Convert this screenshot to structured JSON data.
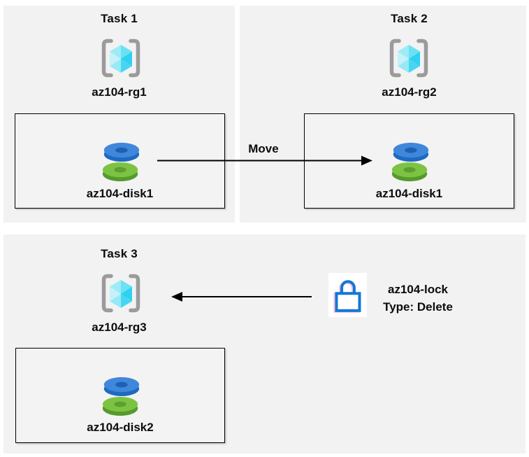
{
  "diagram": {
    "tasks": [
      {
        "title": "Task 1",
        "resource_group": "az104-rg1",
        "disk": "az104-disk1"
      },
      {
        "title": "Task 2",
        "resource_group": "az104-rg2",
        "disk": "az104-disk1"
      },
      {
        "title": "Task 3",
        "resource_group": "az104-rg3",
        "disk": "az104-disk2"
      }
    ],
    "move_arrow": {
      "label": "Move"
    },
    "lock": {
      "name": "az104-lock",
      "type": "Type: Delete"
    },
    "icons": {
      "resource_group": "azure-resource-group-icon",
      "disk": "azure-managed-disk-icon",
      "lock": "azure-lock-icon"
    },
    "colors": {
      "panel_bg": "#f2f2f2",
      "box_bg": "#f3f3f3",
      "box_border": "#000000",
      "arrow": "#000000",
      "bracket_gray": "#9b9b9b",
      "cube_cyan_light": "#c4f1fa",
      "cube_cyan_mid": "#6ce1f4",
      "cube_cyan_dark": "#2ed1f0",
      "disk_blue_top": "#3f87db",
      "disk_blue_rim": "#1d6bc0",
      "disk_green_top": "#7cc342",
      "disk_green_rim": "#569a2d",
      "lock_blue": "#1477d4"
    }
  }
}
